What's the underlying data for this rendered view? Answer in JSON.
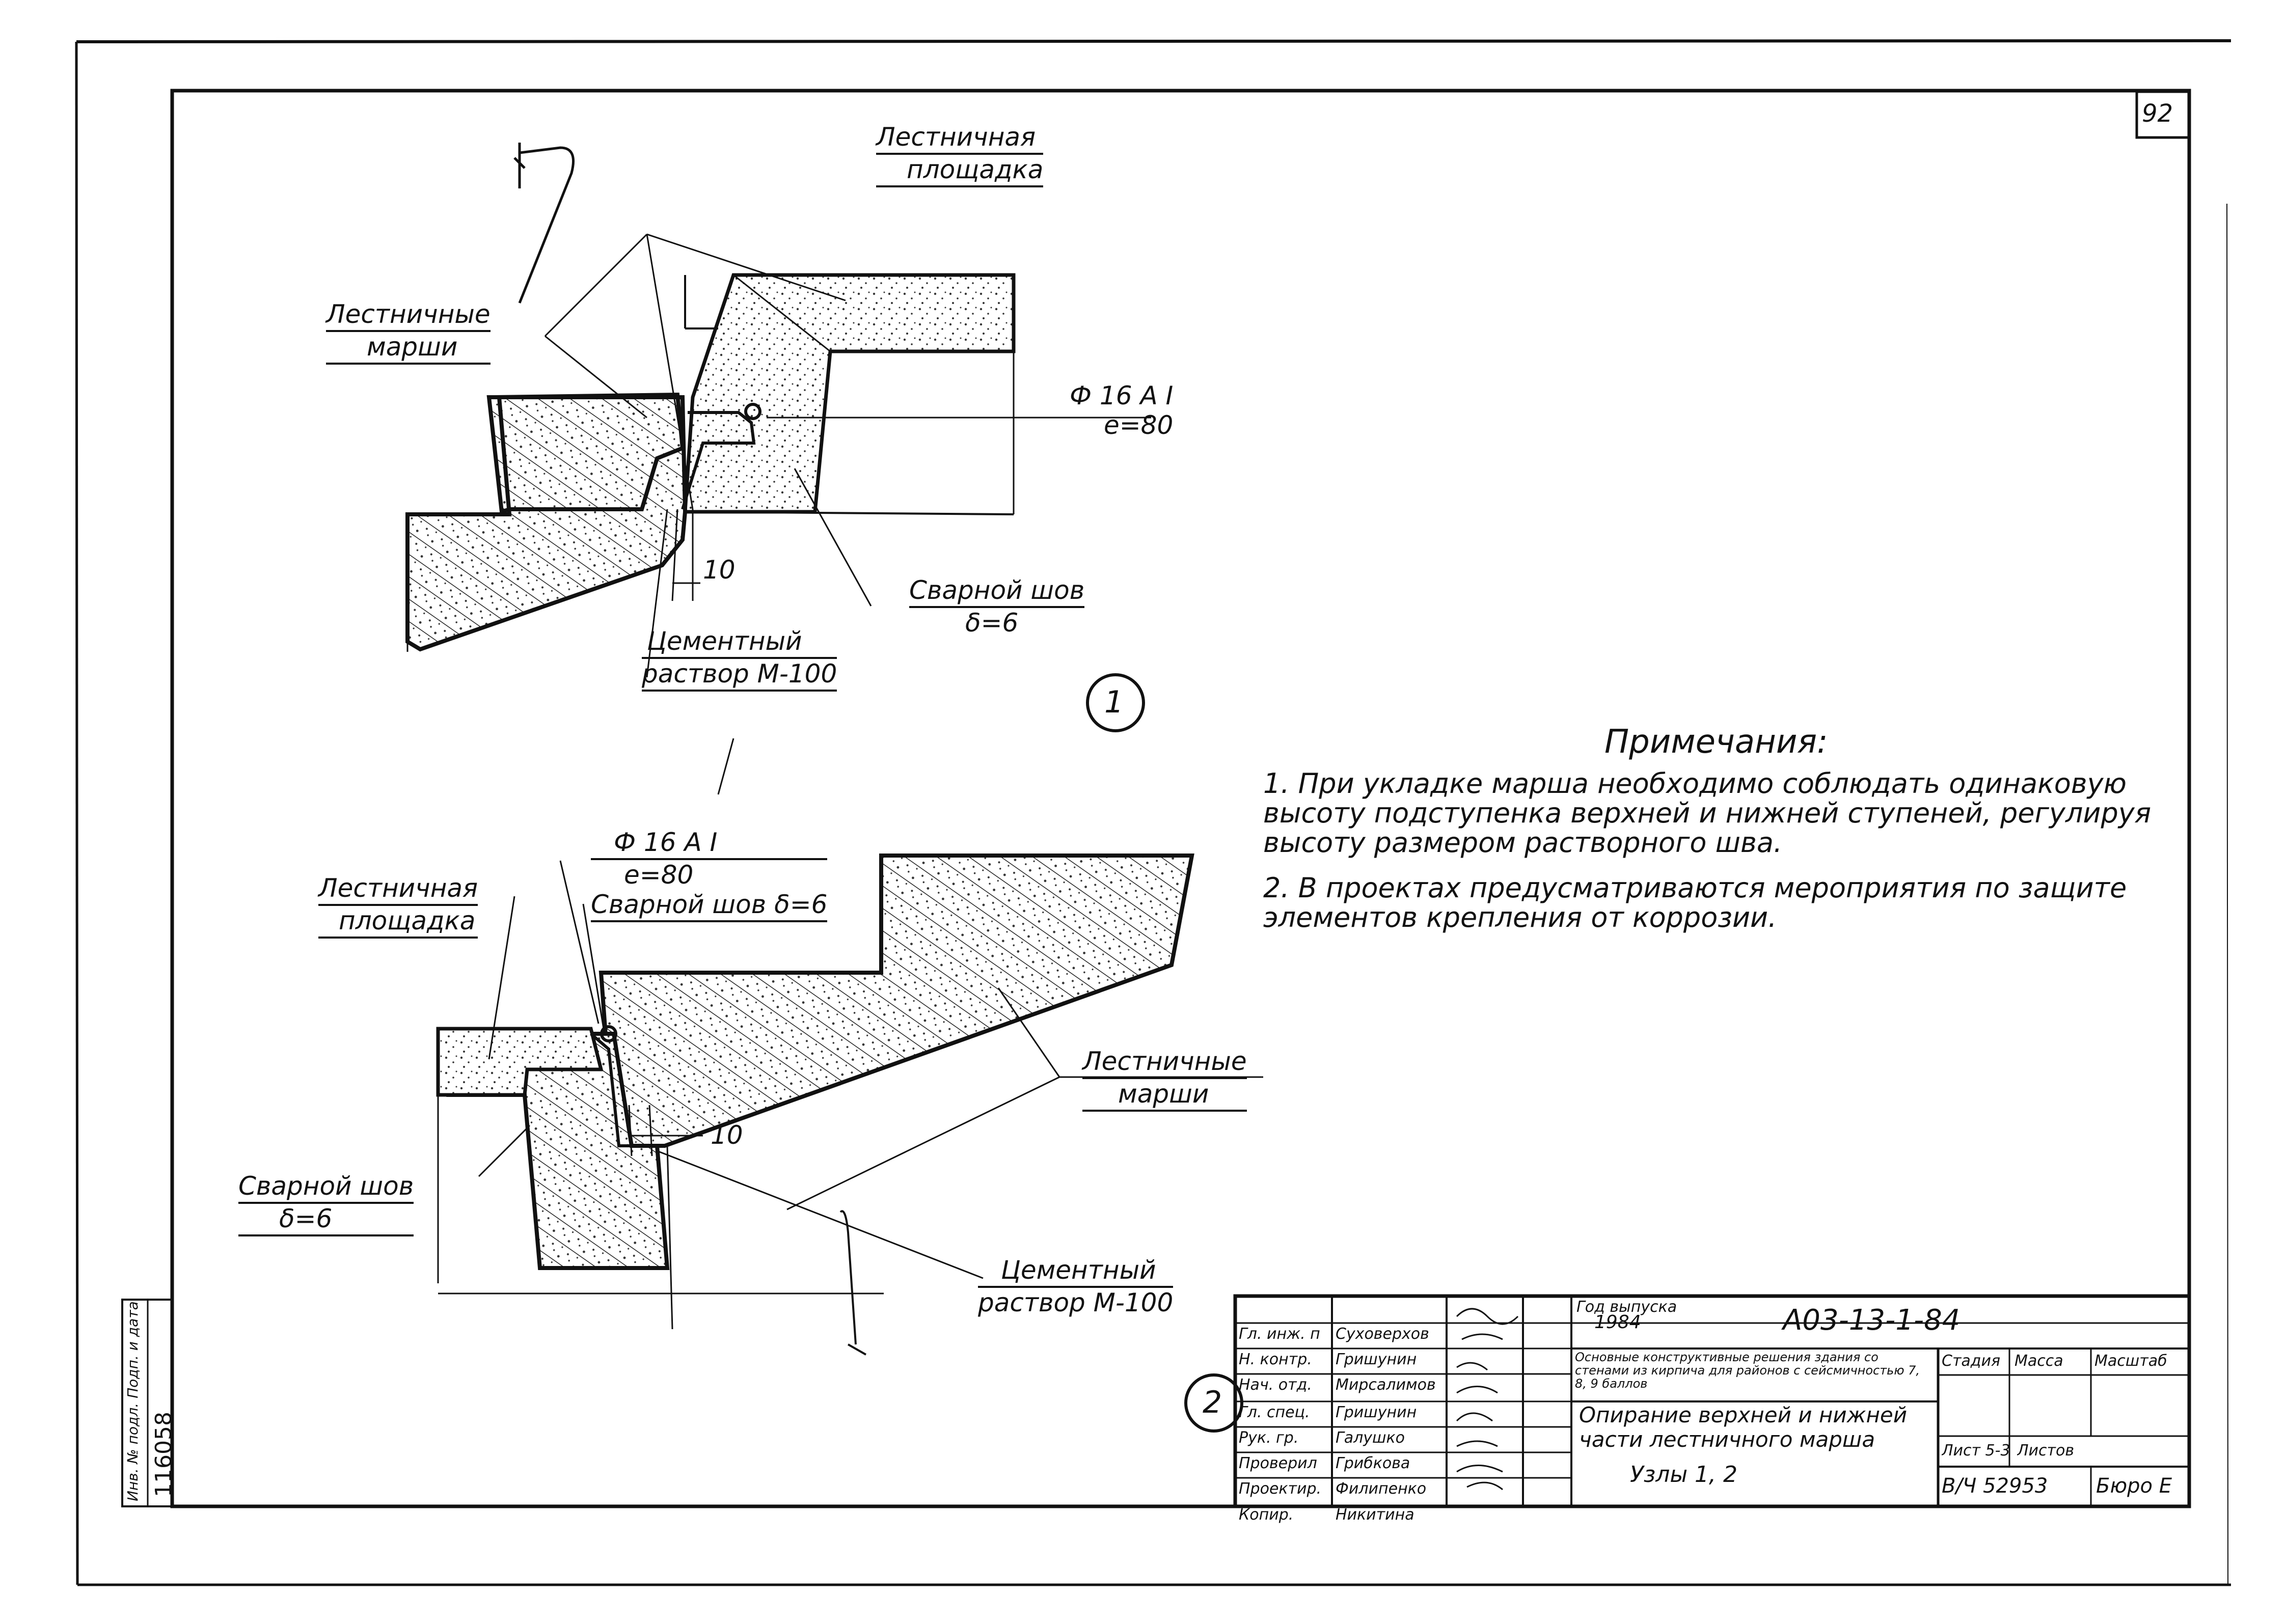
{
  "sheet": {
    "page_number": "92",
    "inventory": {
      "label": "Инв. № подл. Подп. и дата",
      "value": "116058"
    }
  },
  "node1": {
    "label_landing": [
      "Лестничная",
      "площадка"
    ],
    "label_flights": [
      "Лестничные",
      "марши"
    ],
    "label_rebar": [
      "Ф 16 А I",
      "е=80"
    ],
    "label_weld": [
      "Сварной шов",
      "δ=6"
    ],
    "label_mortar": [
      "Цементный",
      "раствор М-100"
    ],
    "dim": "10",
    "node_number": "1"
  },
  "node2": {
    "label_rebar_weld": [
      "Ф 16 А I",
      "е=80",
      "Сварной шов δ=6"
    ],
    "label_landing": [
      "Лестничная",
      "площадка"
    ],
    "label_flights": [
      "Лестничные",
      "марши"
    ],
    "label_weld": [
      "Сварной шов",
      "δ=6"
    ],
    "label_mortar": [
      "Цементный",
      "раствор М-100"
    ],
    "dim": "10",
    "node_number": "2"
  },
  "notes": {
    "title": "Примечания:",
    "items": [
      "1. При укладке марша необходимо соблюдать одинаковую высоту подступенка верхней и нижней ступеней, регулируя высоту размером растворного шва.",
      "2. В проектах предусматриваются мероприятия по защите элементов крепления от коррозии."
    ]
  },
  "title_block": {
    "roles": [
      "Гл. инж. п",
      "Н. контр.",
      "Нач. отд.",
      "Гл. спец.",
      "Рук. гр.",
      "Проверил",
      "Проектир.",
      "Копир."
    ],
    "names": [
      "Суховерхов",
      "Гришунин",
      "Мирсалимов",
      "Гришунин",
      "Галушко",
      "Грибкова",
      "Филипенко",
      "Никитина"
    ],
    "year_label": "Год выпуска",
    "year": "1984",
    "code": "А03-13-1-84",
    "project_desc": "Основные конструктивные решения здания со стенами из кирпича для районов с сейсмичностью 7, 8, 9 баллов",
    "sheet_title": [
      "Опирание верхней и нижней",
      "части лестничного марша"
    ],
    "nodes": "Узлы 1, 2",
    "stage": "Стадия",
    "mass": "Масса",
    "scale": "Масштаб",
    "sheet_no": "Лист 5-3",
    "sheets": "Листов",
    "order": "В/Ч 52953",
    "bureau": "Бюро Е"
  }
}
